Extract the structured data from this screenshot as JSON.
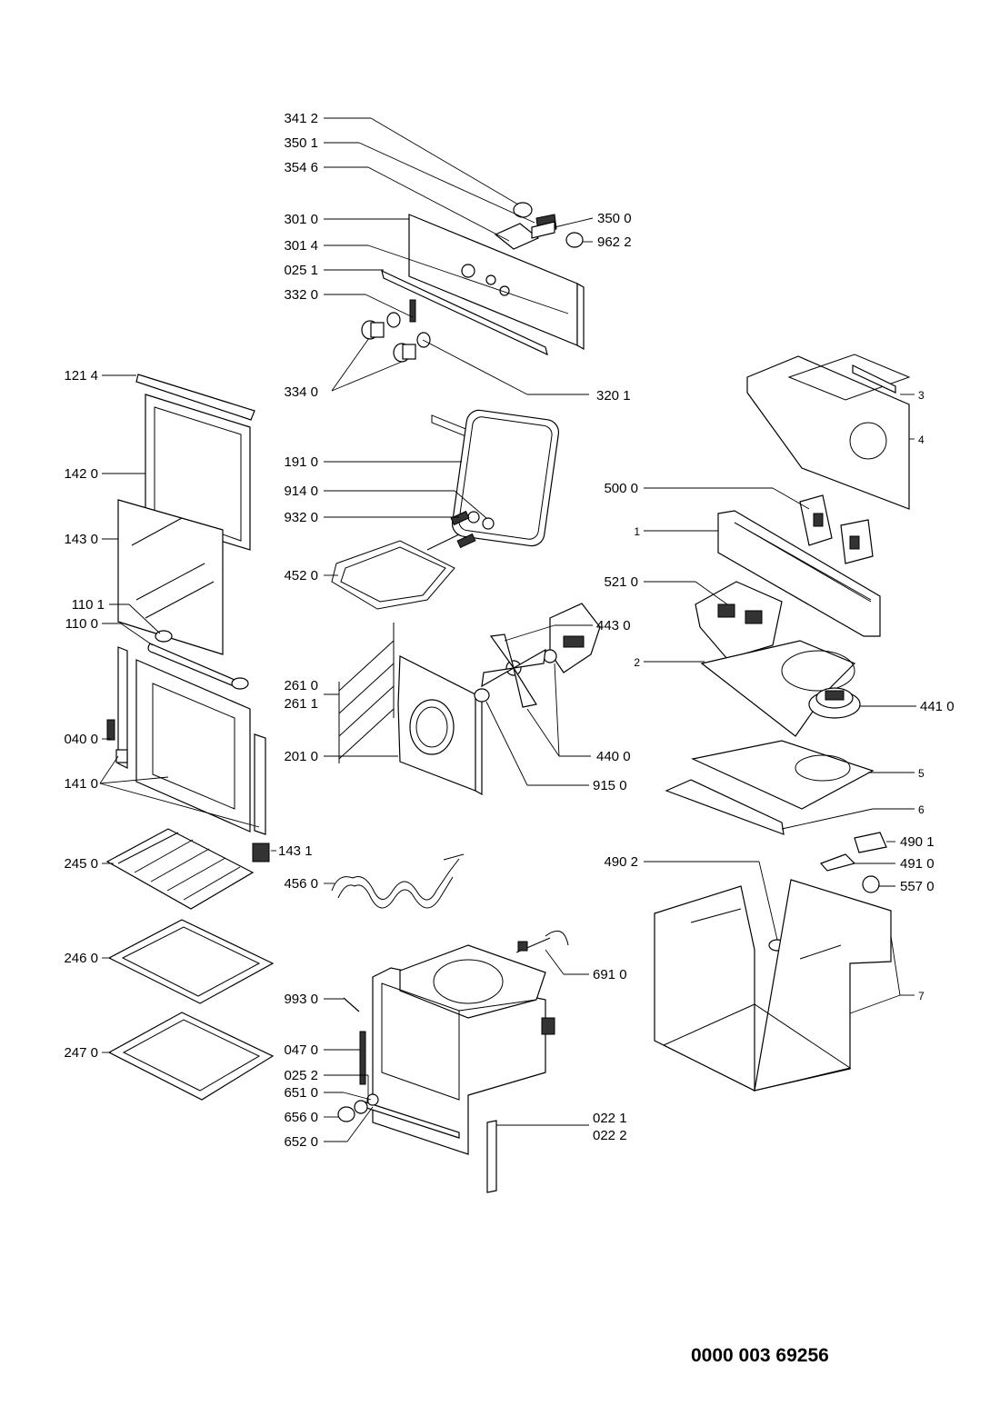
{
  "labels": {
    "l3412": "341 2",
    "l3501": "350 1",
    "l3546": "354 6",
    "l3010": "301 0",
    "l3014": "301 4",
    "l0251": "025 1",
    "l3320": "332 0",
    "l3340": "334 0",
    "l3201": "320 1",
    "l3500": "350 0",
    "l9622": "962 2",
    "l1214": "121 4",
    "l1420": "142 0",
    "l1430": "143 0",
    "l1101": "110 1",
    "l1100": "110 0",
    "l0400": "040 0",
    "l1410": "141 0",
    "l1431": "143 1",
    "l2450": "245 0",
    "l2460": "246 0",
    "l2470": "247 0",
    "l1910": "191 0",
    "l9140": "914 0",
    "l9320": "932 0",
    "l4520": "452 0",
    "l2610": "261 0",
    "l2611": "261 1",
    "l2010": "201 0",
    "l4430": "443 0",
    "l4400": "440 0",
    "l9150": "915 0",
    "l4560": "456 0",
    "l9930": "993 0",
    "l0470": "047 0",
    "l0252": "025 2",
    "l6510": "651 0",
    "l6560": "656 0",
    "l6520": "652 0",
    "l6910": "691 0",
    "l0221": "022 1",
    "l0222": "022 2",
    "l3": "3",
    "l4": "4",
    "l5000": "500 0",
    "l1": "1",
    "l5210": "521 0",
    "l2": "2",
    "l4410": "441 0",
    "l5": "5",
    "l6": "6",
    "l4901": "490 1",
    "l4902": "490 2",
    "l4910": "491 0",
    "l5570": "557 0",
    "l7": "7"
  },
  "document_number": "0000 003 69256"
}
